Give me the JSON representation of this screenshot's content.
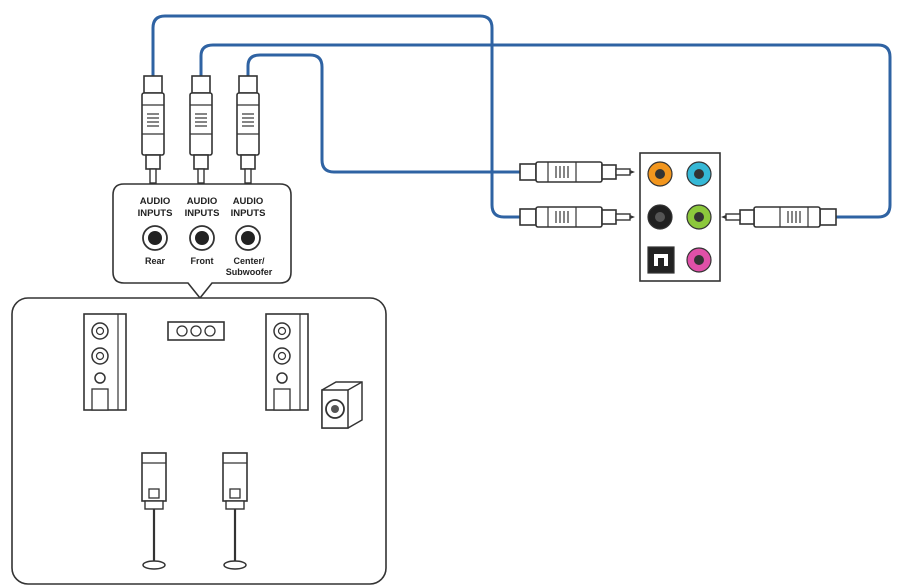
{
  "inputs": [
    {
      "line1": "AUDIO",
      "line2": "INPUTS",
      "name_line1": "Rear",
      "name_line2": ""
    },
    {
      "line1": "AUDIO",
      "line2": "INPUTS",
      "name_line1": "Front",
      "name_line2": ""
    },
    {
      "line1": "AUDIO",
      "line2": "INPUTS",
      "name_line1": "Center/",
      "name_line2": "Subwoofer"
    }
  ],
  "colors": {
    "cable": "#2f63a3",
    "jack_orange": "#f2961e",
    "jack_blue": "#35b8d6",
    "jack_black": "#202020",
    "jack_green": "#8cc83c",
    "jack_pink": "#e050a8",
    "outline": "#333333"
  },
  "icons": [
    "rca-plug-icon",
    "audio-jack-icon",
    "speaker-tower-icon",
    "center-speaker-icon",
    "subwoofer-icon",
    "satellite-speaker-icon",
    "optical-spdif-port-icon"
  ]
}
